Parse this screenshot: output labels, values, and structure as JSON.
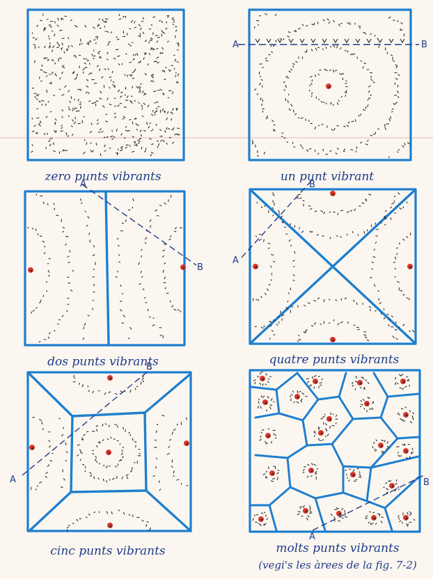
{
  "colors": {
    "ink": "#1e7fd0",
    "dots": "#2a2a2a",
    "source": "#d9342b",
    "caption": "#1f3a8a"
  },
  "panels": [
    {
      "id": "zero",
      "caption": "zero punts vibrants",
      "sources": 0
    },
    {
      "id": "one",
      "caption": "un punt vibrant",
      "sources": 1,
      "labels": {
        "a": "A",
        "b": "B"
      }
    },
    {
      "id": "two",
      "caption": "dos punts vibrants",
      "sources": 2,
      "labels": {
        "a": "A",
        "b": "B"
      }
    },
    {
      "id": "four",
      "caption": "quatre punts vibrants",
      "sources": 4,
      "labels": {
        "a": "A",
        "b": "B"
      }
    },
    {
      "id": "five",
      "caption": "cinc punts vibrants",
      "sources": 5,
      "labels": {
        "a": "A",
        "b": "B"
      }
    },
    {
      "id": "many",
      "caption": "molts punts vibrants",
      "caption2": "(vegi's les àrees de la fig. 7-2)",
      "labels": {
        "a": "A",
        "b": "B"
      }
    }
  ]
}
